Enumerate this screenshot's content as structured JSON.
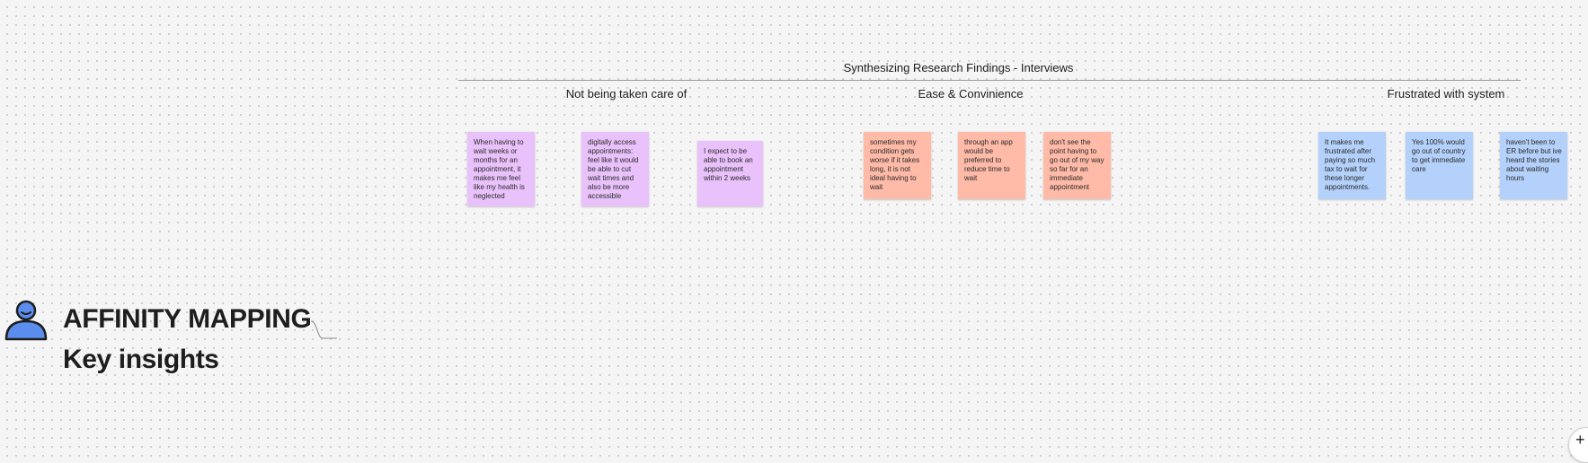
{
  "board": {
    "title": "Synthesizing Research Findings - Interviews"
  },
  "groups": [
    {
      "title": "Not being taken care of",
      "color": "#e9c2fb",
      "notes": [
        "When having to wait weeks or months for an appointment, it makes me feel like my health is neglected",
        "digitally access appointments: feel like it would be able to cut wait times and also be more accessible",
        "I expect to be able to book an appointment within 2 weeks"
      ]
    },
    {
      "title": "Ease & Convinience",
      "color": "#ffbaa8",
      "notes": [
        "sometimes my condition gets worse if it takes long, it is not ideal having to wait",
        "through an app would be preferred to reduce time to wait",
        "don't see the point having to go out of my way so far for an immediate appointment"
      ]
    },
    {
      "title": "Frustrated with system",
      "color": "#b4d1fb",
      "notes": [
        "It makes me frustrated after paying so much tax to wait for these longer appointments.",
        "Yes 100% would go out of country to get immediate care",
        "haven't been to ER before but ive heard the stories about waiting hours"
      ]
    }
  ],
  "section": {
    "heading": "AFFINITY MAPPING",
    "subheading": "Key insights",
    "avatar_icon": "person-avatar-icon",
    "avatar_color": "#5b8def"
  },
  "controls": {
    "zoom_icon": "plus-icon",
    "zoom_label": "+"
  }
}
